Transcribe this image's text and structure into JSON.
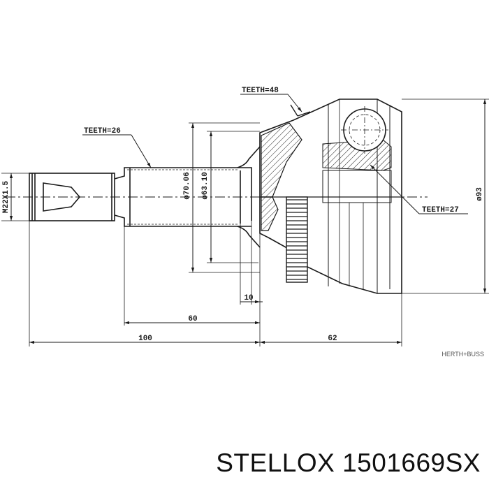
{
  "callouts": {
    "teeth_outer": "TEETH=48",
    "teeth_shaft": "TEETH=26",
    "teeth_inner": "TEETH=27"
  },
  "dimensions": {
    "thread": "M22X1.5",
    "dia_spline": "ø70.06",
    "dia_seal": "ø63.10",
    "dia_outer": "ø93",
    "len_10": "10",
    "len_60": "60",
    "len_100": "100",
    "len_62": "62"
  },
  "brand_mark": "HERTH+BUSS",
  "caption": "STELLOX 1501669SX",
  "colors": {
    "line": "#1a1a1a",
    "caption": "#111111"
  }
}
